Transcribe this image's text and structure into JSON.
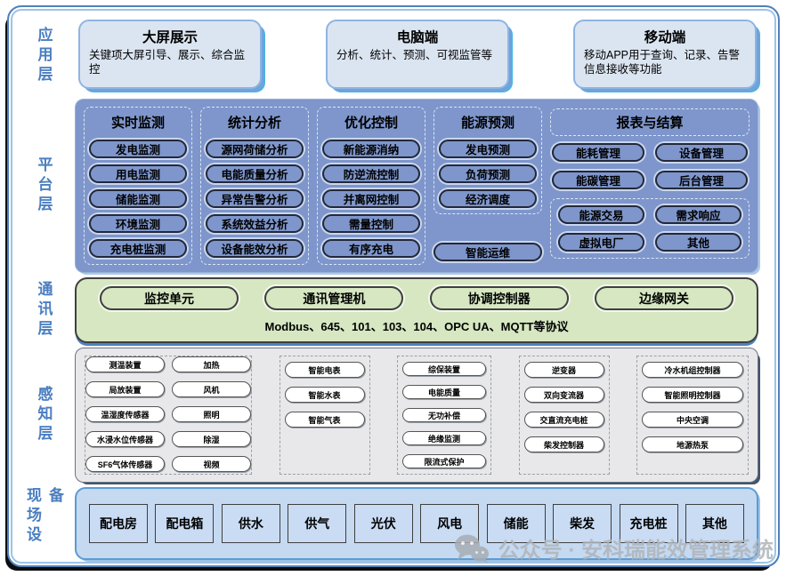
{
  "colors": {
    "frame_border": "#4f81bd",
    "layer_label_text": "#4a7ec0",
    "app_card_bg": "#dbe5f1",
    "platform_bg": "#7e96cb",
    "communication_bg": "#d6e7c2",
    "perception_bg": "#e8e8ea",
    "field_bg": "#c5d9f1"
  },
  "layer_labels": {
    "application": "应用层",
    "platform": "平台层",
    "communication": "通讯层",
    "perception": "感知层",
    "field": "现场设备"
  },
  "application": {
    "cards": [
      {
        "title": "大屏展示",
        "desc": "关键项大屏引导、展示、综合监控"
      },
      {
        "title": "电脑端",
        "desc": "分析、统计、预测、可视监管等"
      },
      {
        "title": "移动端",
        "desc": "移动APP用于查询、记录、告警信息接收等功能"
      }
    ]
  },
  "platform": {
    "columns": [
      {
        "title": "实时监测",
        "items": [
          "发电监测",
          "用电监测",
          "储能监测",
          "环境监测",
          "充电桩监测"
        ]
      },
      {
        "title": "统计分析",
        "items": [
          "源网荷储分析",
          "电能质量分析",
          "异常告警分析",
          "系统效益分析",
          "设备能效分析"
        ]
      },
      {
        "title": "优化控制",
        "items": [
          "新能源消纳",
          "防逆流控制",
          "并离网控制",
          "需量控制",
          "有序充电"
        ]
      },
      {
        "title": "能源预测",
        "items": [
          "发电预测",
          "负荷预测",
          "经济调度"
        ],
        "extra": "智能运维"
      }
    ],
    "reports": {
      "title": "报表与结算",
      "items": [
        "能耗管理",
        "设备管理",
        "能碳管理",
        "后台管理"
      ],
      "sub_items": [
        "能源交易",
        "需求响应",
        "虚拟电厂",
        "其他"
      ]
    }
  },
  "communication": {
    "devices": [
      "监控单元",
      "通讯管理机",
      "协调控制器",
      "边缘网关"
    ],
    "protocols": "Modbus、645、101、103、104、OPC UA、MQTT等协议"
  },
  "perception": {
    "groups": [
      {
        "items_left": [
          "测温装置",
          "局放装置",
          "温湿度传感器",
          "水浸水位传感器",
          "SF6气体传感器"
        ],
        "items_right": [
          "加热",
          "风机",
          "照明",
          "除湿",
          "视频"
        ]
      },
      {
        "items": [
          "智能电表",
          "智能水表",
          "智能气表"
        ]
      },
      {
        "items": [
          "综保装置",
          "电能质量",
          "无功补偿",
          "绝缘监测",
          "限流式保护"
        ]
      },
      {
        "items": [
          "逆变器",
          "双向变流器",
          "交直流充电桩",
          "柴发控制器"
        ]
      },
      {
        "items": [
          "冷水机组控制器",
          "智能照明控制器",
          "中央空调",
          "地源热泵"
        ]
      }
    ]
  },
  "field": {
    "items": [
      "配电房",
      "配电箱",
      "供水",
      "供气",
      "光伏",
      "风电",
      "储能",
      "柴发",
      "充电桩",
      "其他"
    ]
  },
  "watermark": {
    "text": "公众号 · 安科瑞能效管理系统"
  }
}
